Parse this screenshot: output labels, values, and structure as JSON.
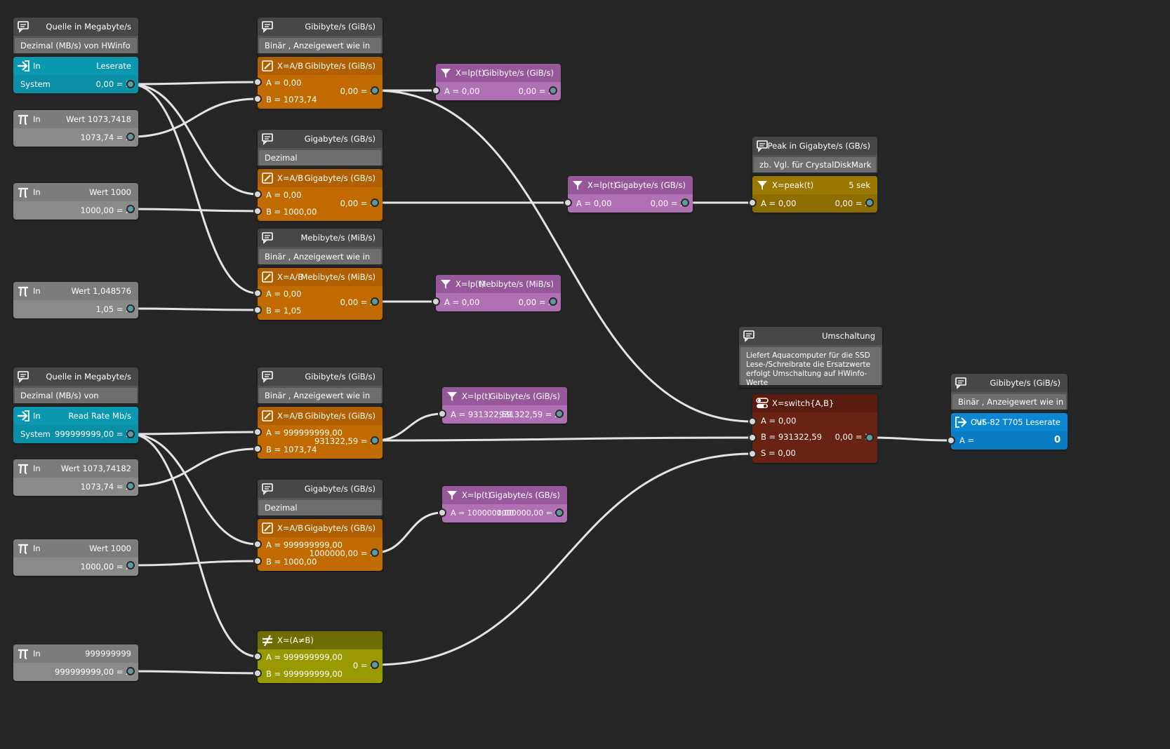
{
  "colors": {
    "background": "#262626",
    "comment": "#555555",
    "input_blue": "#0b8fa6",
    "output_blue": "#0a7cc4",
    "constant_gray": "#8a8a8a",
    "math_orange": "#c06a00",
    "filter_purple": "#b070b4",
    "peak_gold": "#8d6d00",
    "switch_brown": "#6a2313",
    "compare_olive": "#9a9a00",
    "wire": "#e4e4e4",
    "port_in": "#d8d8d8",
    "port_out": "#5e9aa0"
  },
  "comments": [
    {
      "id": "c1",
      "title": "Quelle in Megabyte/s",
      "text": "Dezimal (MB/s) von HWinfo"
    },
    {
      "id": "c2",
      "title": "Gibibyte/s (GiB/s)",
      "text": "Binär , Anzeigewert wie in Win"
    },
    {
      "id": "c3",
      "title": "Gigabyte/s (GB/s)",
      "text": "Dezimal"
    },
    {
      "id": "c4",
      "title": "Mebibyte/s (MiB/s)",
      "text": "Binär , Anzeigewert wie in Win"
    },
    {
      "id": "c5",
      "title": "Peak in Gigabyte/s (GB/s)",
      "text": "zb. Vgl. für CrystalDiskMark"
    },
    {
      "id": "c6",
      "title": "Umschaltung",
      "text": "Liefert Aquacomputer für die SSD Lese-/Schreibrate die Ersatzwerte erfolgt Umschaltung auf HWinfo-Werte"
    },
    {
      "id": "c7",
      "title": "Quelle in Megabyte/s",
      "text": "Dezimal (MB/s) von Aquacom."
    },
    {
      "id": "c8",
      "title": "Gibibyte/s (GiB/s)",
      "text": "Binär , Anzeigewert wie in Win"
    },
    {
      "id": "c9",
      "title": "Gigabyte/s (GB/s)",
      "text": "Dezimal"
    },
    {
      "id": "c10",
      "title": "Gibibyte/s (GiB/s)",
      "text": "Binär , Anzeigewert wie in Win"
    }
  ],
  "inputs": [
    {
      "id": "in1",
      "label": "In",
      "name": "Leserate",
      "source": "System",
      "value": "0,00 = X"
    },
    {
      "id": "in2",
      "label": "In",
      "name": "Read Rate Mb/s",
      "source": "System",
      "value": "999999999,00 = X"
    }
  ],
  "constants": [
    {
      "id": "k1",
      "label": "In",
      "name": "Wert 1073,7418",
      "value": "1073,74 = X"
    },
    {
      "id": "k2",
      "label": "In",
      "name": "Wert 1000",
      "value": "1000,00 = X"
    },
    {
      "id": "k3",
      "label": "In",
      "name": "Wert 1,048576",
      "value": "1,05 = X"
    },
    {
      "id": "k4",
      "label": "In",
      "name": "Wert 1073,74182",
      "value": "1073,74 = X"
    },
    {
      "id": "k5",
      "label": "In",
      "name": "Wert 1000",
      "value": "1000,00 = X"
    },
    {
      "id": "k6",
      "label": "In",
      "name": "999999999",
      "value": "999999999,00 = X"
    }
  ],
  "divisions": [
    {
      "id": "d1",
      "op": "X=A/B",
      "name": "Gibibyte/s (GiB/s)",
      "a": "A = 0,00",
      "b": "B = 1073,74",
      "out": "0,00 = X"
    },
    {
      "id": "d2",
      "op": "X=A/B",
      "name": "Gigabyte/s (GB/s)",
      "a": "A = 0,00",
      "b": "B = 1000,00",
      "out": "0,00 = X"
    },
    {
      "id": "d3",
      "op": "X=A/B",
      "name": "Mebibyte/s (MiB/s)",
      "a": "A = 0,00",
      "b": "B = 1,05",
      "out": "0,00 = X"
    },
    {
      "id": "d4",
      "op": "X=A/B",
      "name": "Gibibyte/s (GiB/s)",
      "a": "A = 999999999,00",
      "b": "B = 1073,74",
      "out": "931322,59 = X"
    },
    {
      "id": "d5",
      "op": "X=A/B",
      "name": "Gigabyte/s (GB/s)",
      "a": "A = 999999999,00",
      "b": "B = 1000,00",
      "out": "1000000,00 = X"
    }
  ],
  "filters": [
    {
      "id": "f1",
      "op": "X=lp(t)",
      "name": "Gibibyte/s (GiB/s)",
      "a": "A = 0,00",
      "out": "0,00 = X"
    },
    {
      "id": "f2",
      "op": "X=lp(t)",
      "name": "Gigabyte/s (GB/s)",
      "a": "A = 0,00",
      "out": "0,00 = X"
    },
    {
      "id": "f3",
      "op": "X=lp(t)",
      "name": "Mebibyte/s (MiB/s)",
      "a": "A = 0,00",
      "out": "0,00 = X"
    },
    {
      "id": "f4",
      "op": "X=lp(t)",
      "name": "Gibibyte/s (GiB/s)",
      "a": "A = 931322,59",
      "out": "931322,59 = X"
    },
    {
      "id": "f5",
      "op": "X=lp(t)",
      "name": "Gigabyte/s (GB/s)",
      "a": "A = 1000000,00",
      "out": "1000000,00 = X"
    }
  ],
  "peak": {
    "op": "X=peak(t)",
    "name": "5 sek",
    "a": "A = 0,00",
    "out": "0,00 = X"
  },
  "switch": {
    "op": "X=switch{A,B}",
    "a": "A = 0,00",
    "b": "B = 931322,59",
    "s": "S = 0,00",
    "out": "0,00 = X"
  },
  "compare": {
    "op": "X=(A≠B)",
    "a": "A = 999999999,00",
    "b": "B = 999999999,00",
    "out": "0 = X"
  },
  "output": {
    "label": "Out",
    "name": "VS-82 T705 Leserate",
    "a": "A =",
    "value": "0"
  }
}
